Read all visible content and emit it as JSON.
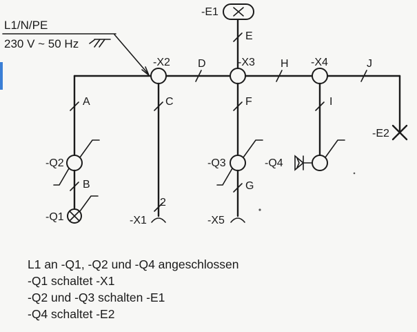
{
  "supply": {
    "system": "L1/N/PE",
    "rating": "230 V ~ 50 Hz"
  },
  "junctions": {
    "x2": "-X2",
    "x3": "-X3",
    "x4": "-X4"
  },
  "segments": {
    "a": "A",
    "b": "B",
    "c": "C",
    "d": "D",
    "e": "E",
    "f": "F",
    "g": "G",
    "h": "H",
    "i": "I",
    "j": "J"
  },
  "devices": {
    "e1": "-E1",
    "e2": "-E2",
    "q1": "-Q1",
    "q2": "-Q2",
    "q3": "-Q3",
    "q4": "-Q4",
    "x1": "-X1",
    "x1_pin": "2",
    "x5": "-X5"
  },
  "notes": [
    "L1 an -Q1, -Q2 und -Q4 angeschlossen",
    "-Q1 schaltet -X1",
    "-Q2 und -Q3 schalten -E1",
    "-Q4 schaltet -E2"
  ]
}
